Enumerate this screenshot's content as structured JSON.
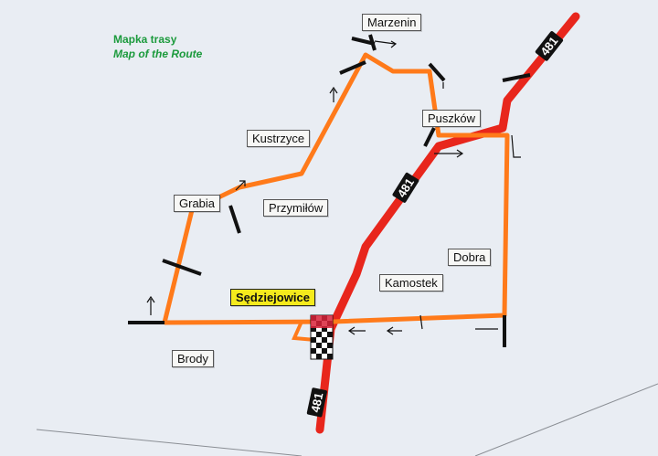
{
  "title": {
    "pl": "Mapka trasy",
    "en": "Map of the Route",
    "color": "#1b9a3c"
  },
  "road": {
    "number": "481",
    "color": "#e8261c"
  },
  "route": {
    "color": "#ff7a1a"
  },
  "places": {
    "marzenin": "Marzenin",
    "puszkow": "Puszków",
    "kustrzyce": "Kustrzyce",
    "grabia": "Grabia",
    "przymilow": "Przymiłów",
    "dobra": "Dobra",
    "kamostek": "Kamostek",
    "sedziejowice": "Sędziejowice",
    "brody": "Brody"
  }
}
